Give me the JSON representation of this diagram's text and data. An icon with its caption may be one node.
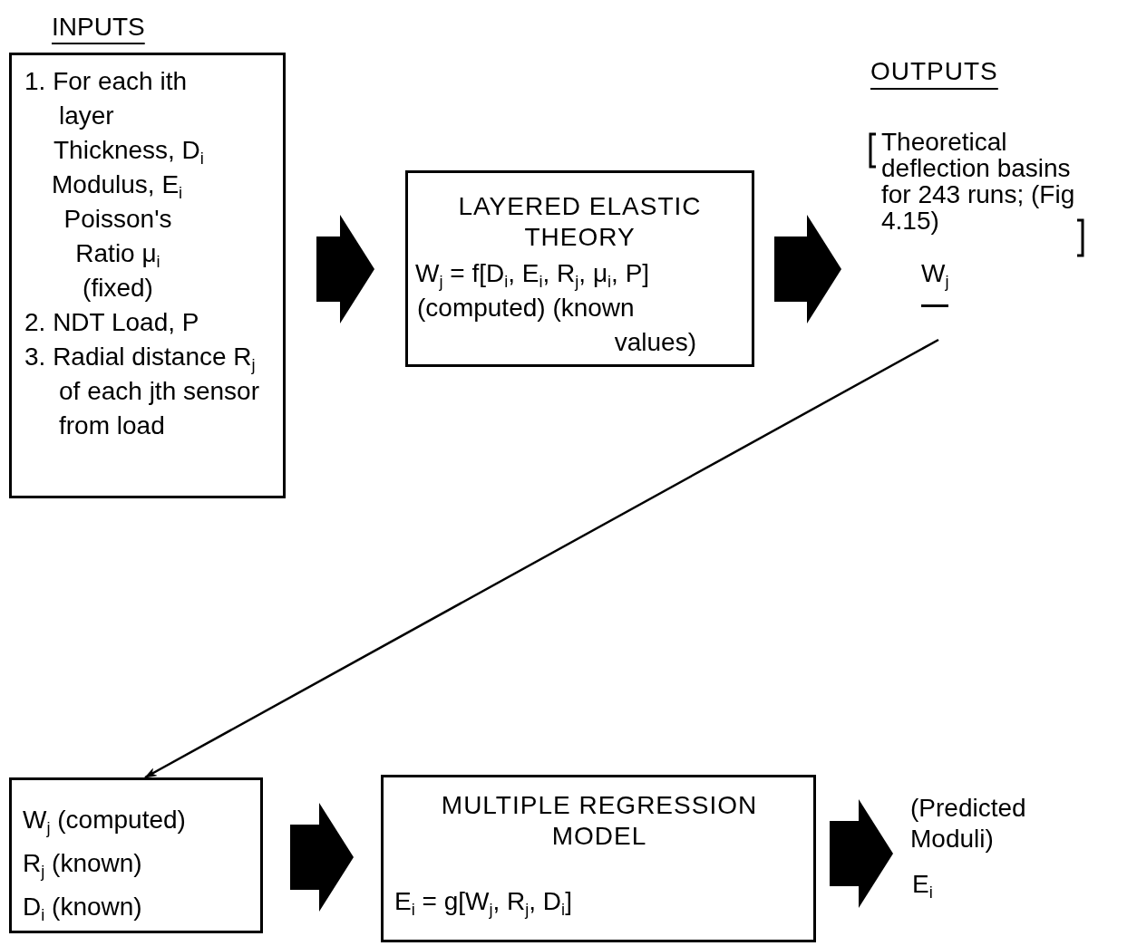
{
  "diagram": {
    "nodes": [
      {
        "text": [
          "INPUTS",
          "1. For each ith layer",
          "Thickness, D$_{i}$",
          "Modulus, E$_{i}$",
          "Poisson's Ratio μ$_{i}$ (fixed)",
          "2. NDT Load, P",
          "3. Radial distance R$_{j}$ of each jth sensor from load"
        ]
      },
      {
        "text": [
          "LAYERED ELASTIC THEORY",
          "W$_{j}$ = f[D$_{i}$, E$_{i}$, R$_{j}$, μ$_{i}$, P]",
          "(computed) (known values)"
        ]
      },
      {
        "text": [
          "OUTPUTS",
          "Theoretical deflection basins for 243 runs; (Fig 4.15)",
          "W$_{j}$"
        ]
      },
      {
        "text": [
          "W$_{j}$ (computed)",
          "R$_{j}$ (known)",
          "D$_{i}$ (known)"
        ]
      },
      {
        "text": [
          "MULTIPLE REGRESSION MODEL",
          "E$_{i}$ = g[W$_{j}$, R$_{j}$, D$_{i}$]"
        ]
      },
      {
        "text": [
          "(Predicted Moduli)",
          "E$_{i}$"
        ]
      }
    ],
    "edges": [
      {
        "from": 0,
        "to": 1,
        "arrow": "to",
        "style": "thick"
      },
      {
        "from": 1,
        "to": 2,
        "arrow": "to",
        "style": "thick"
      },
      {
        "from": 2,
        "to": 3,
        "arrow": "to"
      },
      {
        "from": 3,
        "to": 4,
        "arrow": "to",
        "style": "thick"
      },
      {
        "from": 4,
        "to": 5,
        "arrow": "to",
        "style": "thick"
      }
    ]
  }
}
